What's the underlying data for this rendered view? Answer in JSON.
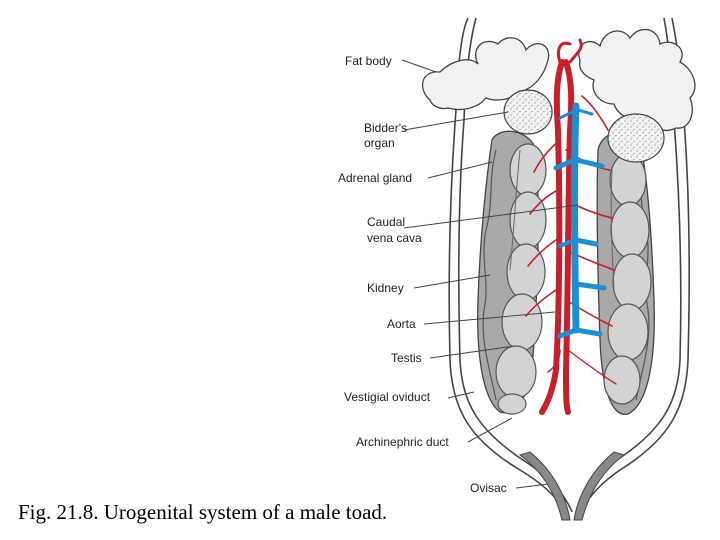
{
  "figure": {
    "caption": "Fig. 21.8. Urogenital system of a male toad.",
    "labels": {
      "fat_body": "Fat body",
      "bidders_organ_1": "Bidder's",
      "bidders_organ_2": "organ",
      "adrenal_gland": "Adrenal gland",
      "caudal_vena_cava_1": "Caudal",
      "caudal_vena_cava_2": "vena cava",
      "kidney": "Kidney",
      "aorta": "Aorta",
      "testis": "Testis",
      "vestigial_oviduct": "Vestigial oviduct",
      "archinephric_duct": "Archinephric duct",
      "ovisac": "Ovisac"
    }
  },
  "colors": {
    "artery": "#c8202a",
    "vein": "#1e90d2",
    "kidney_fill": "#a9a9a9",
    "testis_fill": "#d3d3d3",
    "outline": "#444444"
  }
}
